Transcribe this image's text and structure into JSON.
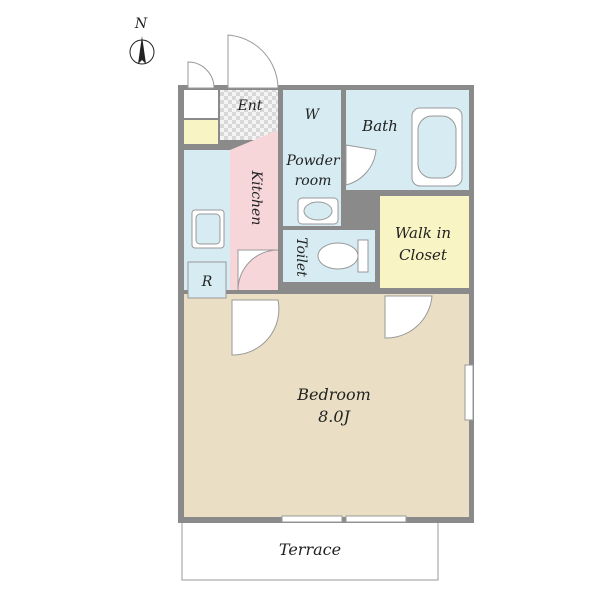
{
  "compass": {
    "label": "N"
  },
  "rooms": {
    "entrance": {
      "label": "Ent"
    },
    "washer": {
      "label": "W"
    },
    "bath": {
      "label": "Bath"
    },
    "powder_room": {
      "line1": "Powder",
      "line2": "room"
    },
    "kitchen": {
      "label": "Kitchen"
    },
    "toilet": {
      "label": "Toilet"
    },
    "walk_in_closet": {
      "line1": "Walk in",
      "line2": "Closet"
    },
    "refrigerator": {
      "label": "R"
    },
    "bedroom": {
      "label": "Bedroom",
      "size": "8.0J"
    },
    "terrace": {
      "label": "Terrace"
    }
  },
  "colors": {
    "wall": "#8a8a8a",
    "blue_room": "#d6ecf2",
    "kitchen": "#f7d6da",
    "closet": "#f8f4c4",
    "bedroom": "#eadfc4",
    "entrance_tile": "#d8d8d8"
  }
}
